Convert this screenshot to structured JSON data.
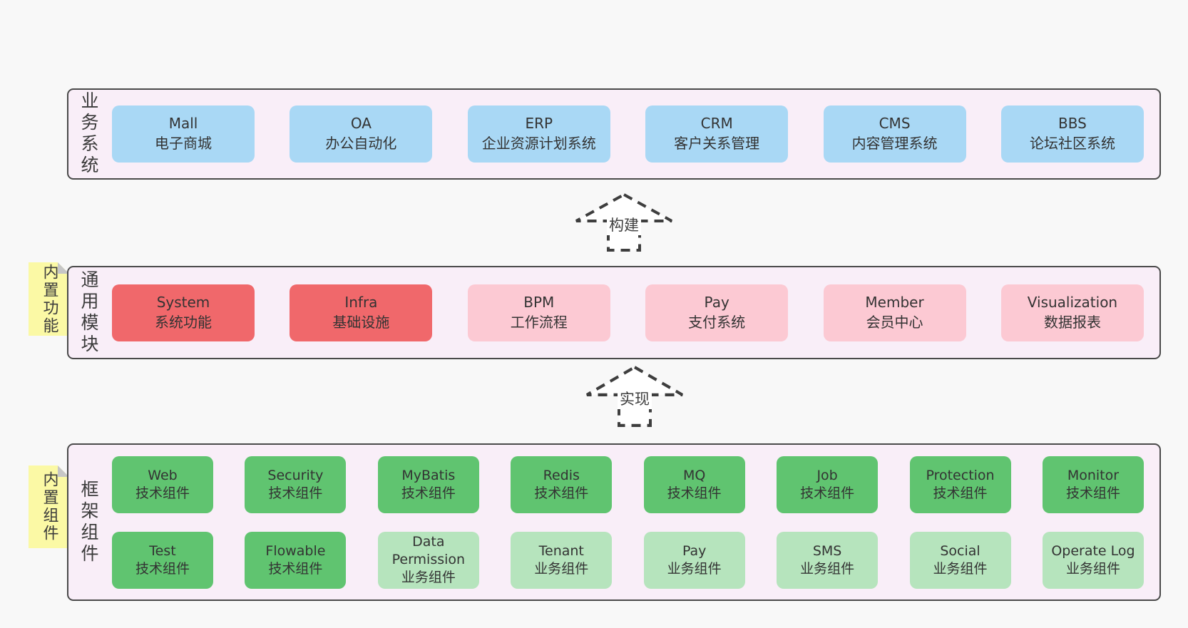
{
  "colors": {
    "page_bg": "#f8f8f8",
    "container_fill": "#f9eef8",
    "container_border": "#4a4a4a",
    "blue_box": "#a9d8f5",
    "red_box": "#f0686b",
    "pink_box": "#fcc9d3",
    "green_dark_box": "#60c470",
    "green_light_box": "#b6e4bd",
    "note_yellow": "#fbf9a5",
    "note_fold_gray": "#c6c6c6",
    "text": "#333333"
  },
  "arrows": [
    {
      "label": "构建"
    },
    {
      "label": "实现"
    }
  ],
  "layers": [
    {
      "label": "业务系统",
      "boxes": [
        {
          "title": "Mall",
          "subtitle": "电子商城"
        },
        {
          "title": "OA",
          "subtitle": "办公自动化"
        },
        {
          "title": "ERP",
          "subtitle": "企业资源计划系统"
        },
        {
          "title": "CRM",
          "subtitle": "客户关系管理"
        },
        {
          "title": "CMS",
          "subtitle": "内容管理系统"
        },
        {
          "title": "BBS",
          "subtitle": "论坛社区系统"
        }
      ]
    },
    {
      "label": "通用模块",
      "note": "内置功能",
      "boxes": [
        {
          "title": "System",
          "subtitle": "系统功能"
        },
        {
          "title": "Infra",
          "subtitle": "基础设施"
        },
        {
          "title": "BPM",
          "subtitle": "工作流程"
        },
        {
          "title": "Pay",
          "subtitle": "支付系统"
        },
        {
          "title": "Member",
          "subtitle": "会员中心"
        },
        {
          "title": "Visualization",
          "subtitle": "数据报表"
        }
      ]
    },
    {
      "label": "框架组件",
      "note": "内置组件",
      "rows": [
        [
          {
            "title": "Web",
            "subtitle": "技术组件"
          },
          {
            "title": "Security",
            "subtitle": "技术组件"
          },
          {
            "title": "MyBatis",
            "subtitle": "技术组件"
          },
          {
            "title": "Redis",
            "subtitle": "技术组件"
          },
          {
            "title": "MQ",
            "subtitle": "技术组件"
          },
          {
            "title": "Job",
            "subtitle": "技术组件"
          },
          {
            "title": "Protection",
            "subtitle": "技术组件"
          },
          {
            "title": "Monitor",
            "subtitle": "技术组件"
          }
        ],
        [
          {
            "title": "Test",
            "subtitle": "技术组件"
          },
          {
            "title": "Flowable",
            "subtitle": "技术组件"
          },
          {
            "title": "Data Permission",
            "subtitle": "业务组件"
          },
          {
            "title": "Tenant",
            "subtitle": "业务组件"
          },
          {
            "title": "Pay",
            "subtitle": "业务组件"
          },
          {
            "title": "SMS",
            "subtitle": "业务组件"
          },
          {
            "title": "Social",
            "subtitle": "业务组件"
          },
          {
            "title": "Operate Log",
            "subtitle": "业务组件"
          }
        ]
      ]
    }
  ]
}
